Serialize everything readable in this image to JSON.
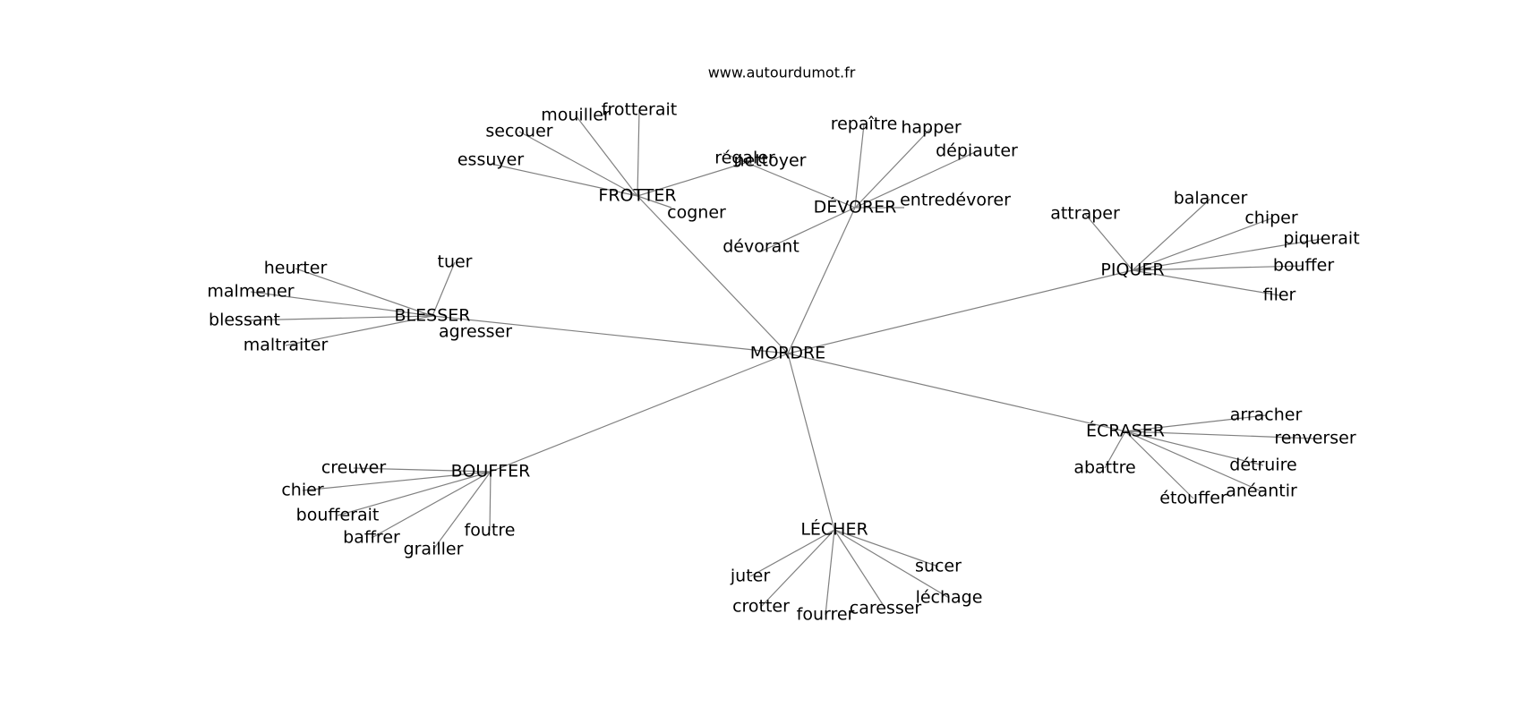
{
  "source": "www.autourdumot.fr",
  "center": "MORDRE",
  "hubs": [
    {
      "id": "frotter",
      "word": "FROTTER",
      "leaves": [
        "frotterait",
        "mouiller",
        "secouer",
        "essuyer",
        "régaler",
        "cogner"
      ]
    },
    {
      "id": "devorer",
      "word": "DÉVORER",
      "leaves": [
        "repaître",
        "happer",
        "dépiauter",
        "entredévorer",
        "nettoyer",
        "dévorant"
      ]
    },
    {
      "id": "piquer",
      "word": "PIQUER",
      "leaves": [
        "attraper",
        "balancer",
        "chiper",
        "piquerait",
        "bouffer",
        "filer"
      ]
    },
    {
      "id": "blesser",
      "word": "BLESSER",
      "leaves": [
        "tuer",
        "heurter",
        "malmener",
        "blessant",
        "maltraiter",
        "agresser"
      ]
    },
    {
      "id": "ecraser",
      "word": "ÉCRASER",
      "leaves": [
        "arracher",
        "renverser",
        "détruire",
        "anéantir",
        "étouffer",
        "abattre"
      ]
    },
    {
      "id": "bouffer",
      "word": "BOUFFER",
      "leaves": [
        "creuver",
        "chier",
        "boufferait",
        "baffrer",
        "grailler",
        "foutre"
      ]
    },
    {
      "id": "lecher",
      "word": "LÉCHER",
      "leaves": [
        "sucer",
        "léchage",
        "caresser",
        "fourrer",
        "crotter",
        "juter"
      ]
    }
  ]
}
